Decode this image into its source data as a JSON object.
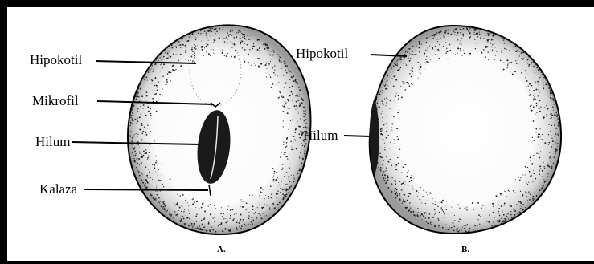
{
  "seedA": {
    "labels": {
      "hipokotil": "Hipokotil",
      "mikrofil": "Mikrofil",
      "hilum": "Hilum",
      "kalaza": "Kalaza"
    },
    "caption": "A."
  },
  "seedB": {
    "labels": {
      "hipokotil": "Hipokotil",
      "hilum": "Hilum"
    },
    "caption": "B."
  }
}
